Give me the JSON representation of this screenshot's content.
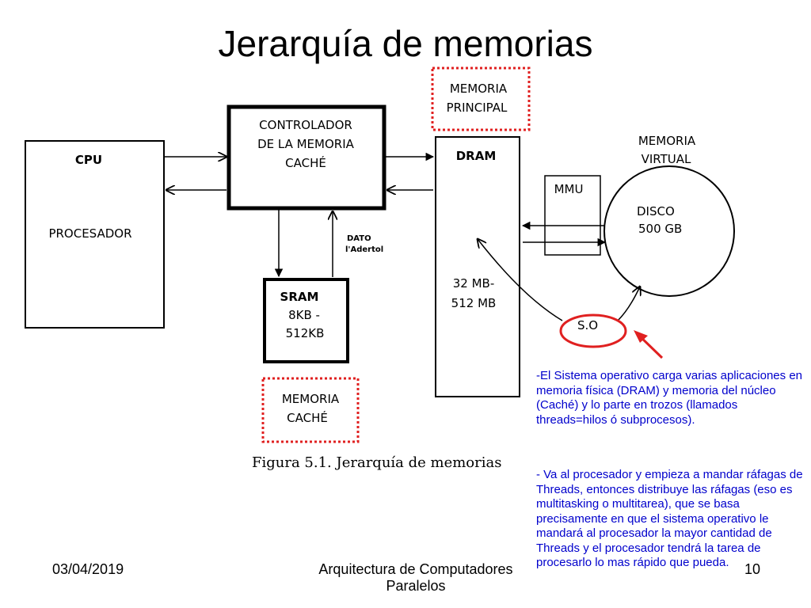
{
  "slide": {
    "title": "Jerarquía de memorias",
    "date": "03/04/2019",
    "footer_line1": "Arquitectura de Computadores",
    "footer_line2": "Paralelos",
    "page_number": "10"
  },
  "diagram": {
    "cpu_label": "CPU",
    "processor_label": "PROCESADOR",
    "cache_controller_lines": [
      "CONTROLADOR",
      "DE LA MEMORIA",
      "CACHÉ"
    ],
    "sram_label": "SRAM",
    "sram_size_lines": [
      "8KB -",
      "512KB"
    ],
    "dato_lines": [
      "DATO",
      "l'Adertol"
    ],
    "memoria_principal_lines": [
      "MEMORIA",
      "PRINCIPAL"
    ],
    "dram_label": "DRAM",
    "dram_size_lines": [
      "32 MB-",
      "512 MB"
    ],
    "mmu_label": "MMU",
    "memoria_virtual_lines": [
      "MEMORIA",
      "VIRTUAL"
    ],
    "disco_lines": [
      "DISCO",
      "500 GB"
    ],
    "so_label": "S.O",
    "memoria_cache_lines": [
      "MEMORIA",
      "CACHÉ"
    ],
    "caption": "Figura 5.1. Jerarquía de memorias",
    "highlight_color": "#e02020",
    "note_color": "#0000cc"
  },
  "notes": [
    "-El Sistema operativo carga varias aplicaciones en memoria física (DRAM) y memoria del núcleo (Caché) y lo parte en trozos (llamados threads=hilos ó subprocesos).",
    "- Va al procesador y empieza a mandar ráfagas de Threads, entonces distribuye las ráfagas (eso es multitasking o multitarea), que se basa precisamente en que el sistema operativo le mandará al procesador la mayor cantidad de Threads y el procesador tendrá la tarea de procesarlo lo mas rápido que pueda."
  ]
}
